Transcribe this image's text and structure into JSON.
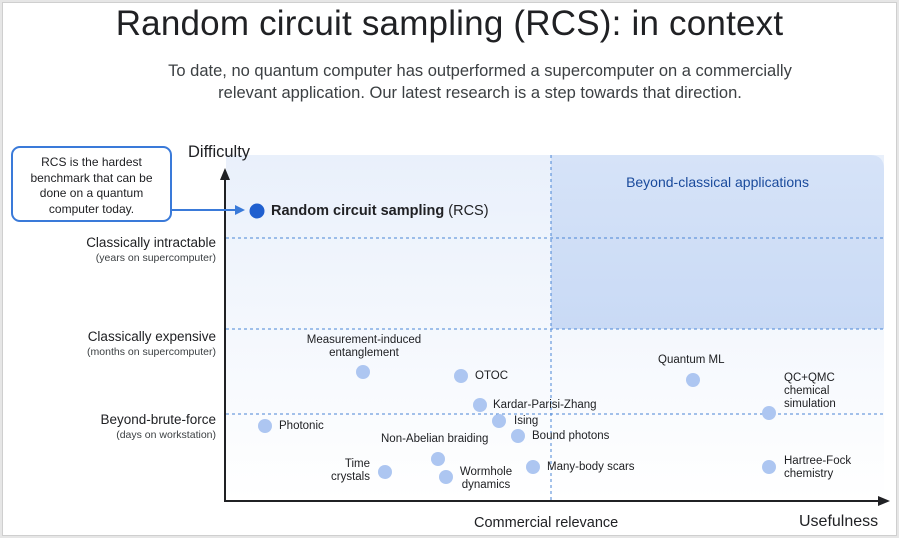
{
  "title": "Random circuit sampling (RCS): in context",
  "subtitle": {
    "line1": "To date, no quantum computer has outperformed a supercomputer on a commercially",
    "line2": "relevant application. Our latest research is a step towards that direction."
  },
  "callout": {
    "lines": [
      "RCS is the hardest",
      "benchmark that can be",
      "done on a quantum",
      "computer today."
    ]
  },
  "axes": {
    "y_label": "Difficulty",
    "x_label": "Usefulness",
    "x_threshold_label": "Commercial relevance"
  },
  "difficulty_bands": [
    {
      "label": "Classically intractable",
      "sublabel": "(years on supercomputer)"
    },
    {
      "label": "Classically expensive",
      "sublabel": "(months on supercomputer)"
    },
    {
      "label": "Beyond-brute-force",
      "sublabel": "(days on workstation)"
    }
  ],
  "region_label": "Beyond-classical applications",
  "highlight": {
    "name_bold": "Random circuit sampling",
    "name_suffix": " (RCS)"
  },
  "points": [
    {
      "id": "measurement",
      "lines": [
        "Measurement-induced",
        "entanglement"
      ]
    },
    {
      "id": "otoc",
      "lines": [
        "OTOC"
      ]
    },
    {
      "id": "kpz",
      "lines": [
        "Kardar-Parisi-Zhang"
      ]
    },
    {
      "id": "ising",
      "lines": [
        "Ising"
      ]
    },
    {
      "id": "bound",
      "lines": [
        "Bound photons"
      ]
    },
    {
      "id": "photonic",
      "lines": [
        "Photonic"
      ]
    },
    {
      "id": "nonabelian",
      "lines": [
        "Non-Abelian braiding"
      ]
    },
    {
      "id": "time",
      "lines": [
        "Time",
        "crystals"
      ]
    },
    {
      "id": "wormhole",
      "lines": [
        "Wormhole",
        "dynamics"
      ]
    },
    {
      "id": "scars",
      "lines": [
        "Many-body scars"
      ]
    },
    {
      "id": "qml",
      "lines": [
        "Quantum ML"
      ]
    },
    {
      "id": "qcqmc",
      "lines": [
        "QC+QMC",
        "chemical",
        "simulation"
      ]
    },
    {
      "id": "hartree",
      "lines": [
        "Hartree-Fock",
        "chemistry"
      ]
    }
  ],
  "colors": {
    "highlight_dot": "#1f5fcf",
    "dot": "#adc6f1",
    "region": "#d8e5f8",
    "callout_border": "#3a7ad9"
  }
}
